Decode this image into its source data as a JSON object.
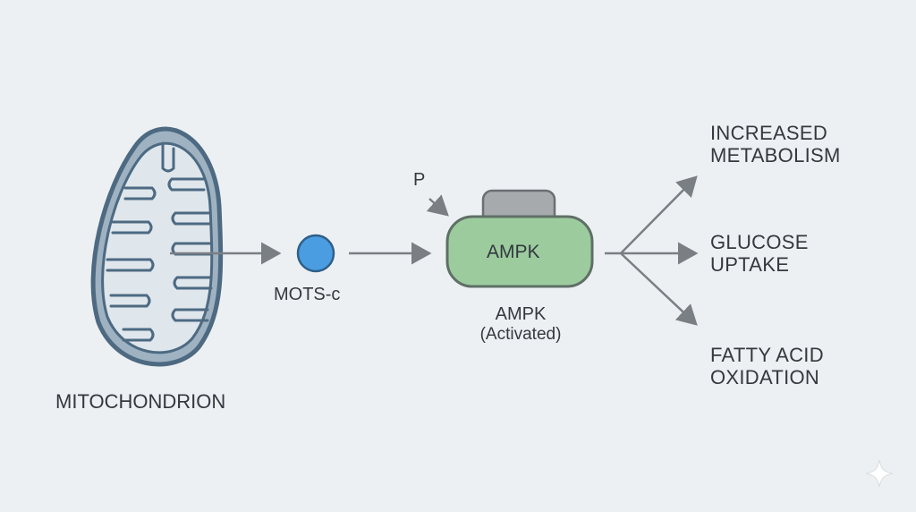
{
  "mitochondrion": {
    "label": "MITOCHONDRION"
  },
  "peptide": {
    "label": "MOTS-c"
  },
  "phosphate": {
    "label": "P"
  },
  "ampk": {
    "box_label": "AMPK",
    "caption_line1": "AMPK",
    "caption_line2": "(Activated)"
  },
  "outcomes": [
    {
      "line1": "INCREASED",
      "line2": "METABOLISM"
    },
    {
      "line1": "GLUCOSE",
      "line2": "UPTAKE"
    },
    {
      "line1": "FATTY ACID",
      "line2": "OXIDATION"
    }
  ],
  "colors": {
    "background": "#edf0f2",
    "mito_outline": "#4d6a82",
    "mito_fill": "#9fb2c1",
    "mito_inner": "#dfe6ec",
    "peptide_fill": "#4a9de0",
    "ampk_fill": "#9ccc9e",
    "ampk_cap": "#a7aaad",
    "arrow": "#7a7f84",
    "text": "#33393f"
  },
  "icons": {
    "corner": "sparkle-icon"
  }
}
